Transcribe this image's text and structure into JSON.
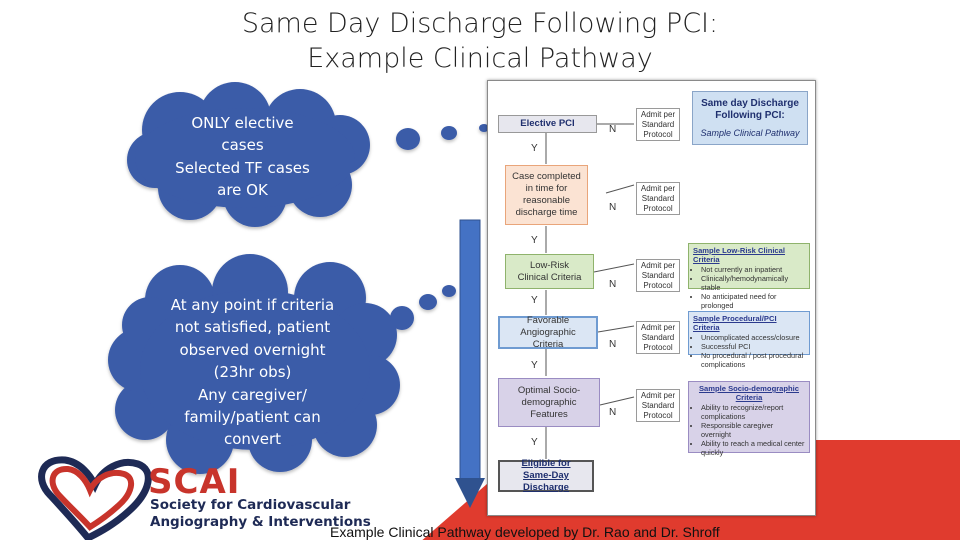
{
  "title": {
    "line1": "Same Day Discharge Following PCI:",
    "line2": "Example Clinical Pathway"
  },
  "clouds": {
    "top": [
      "ONLY elective",
      "cases",
      "Selected TF cases",
      "are OK"
    ],
    "bottom": [
      "At any point if criteria",
      "not satisfied, patient",
      "observed overnight",
      "(23hr obs)",
      "Any caregiver/",
      "family/patient can",
      "convert"
    ]
  },
  "logo": {
    "abbr": "SCAI",
    "line1": "Society for Cardiovascular",
    "line2": "Angiography & Interventions"
  },
  "footer": "Example Clinical Pathway developed by Dr. Rao and Dr. Shroff",
  "pathway": {
    "header": {
      "line1": "Same day Discharge",
      "line2": "Following PCI:",
      "subtitle": "Sample Clinical Pathway"
    },
    "steps": [
      {
        "label": "Elective PCI"
      },
      {
        "label": "Case completed in time for reasonable discharge time"
      },
      {
        "label": "Low-Risk Clinical Criteria"
      },
      {
        "label": "Favorable Angiographic Criteria"
      },
      {
        "label": "Optimal Socio-demographic Features"
      }
    ],
    "final": "Eligible for Same-Day Discharge",
    "yes": "Y",
    "no": "N",
    "admit": [
      "Admit per",
      "Standard",
      "Protocol"
    ],
    "criteria": [
      {
        "title": "Sample Low-Risk Clinical Criteria",
        "items": [
          "Not currently an inpatient",
          "Clinically/hemodynamically stable",
          "No anticipated need for prolonged observation/admission"
        ]
      },
      {
        "title": "Sample Procedural/PCI Criteria",
        "items": [
          "Uncomplicated access/closure",
          "Successful PCI",
          "No procedural / post procedural complications"
        ]
      },
      {
        "title": "Sample Socio-demographic Criteria",
        "items": [
          "Ability to recognize/report complications",
          "Responsible caregiver overnight",
          "Ability to reach a medical center quickly"
        ]
      }
    ]
  },
  "colors": {
    "cloud": "#3b5ba8",
    "accent_red": "#e03b2e",
    "logo_navy": "#1e2a55",
    "step_gray": "#e7e7ee",
    "step_orange": "#fbe3d3",
    "step_green": "#d9eac8",
    "step_blue": "#dbe6f4",
    "step_purple": "#d8d2e8",
    "header_blue": "#cfe0f2"
  }
}
